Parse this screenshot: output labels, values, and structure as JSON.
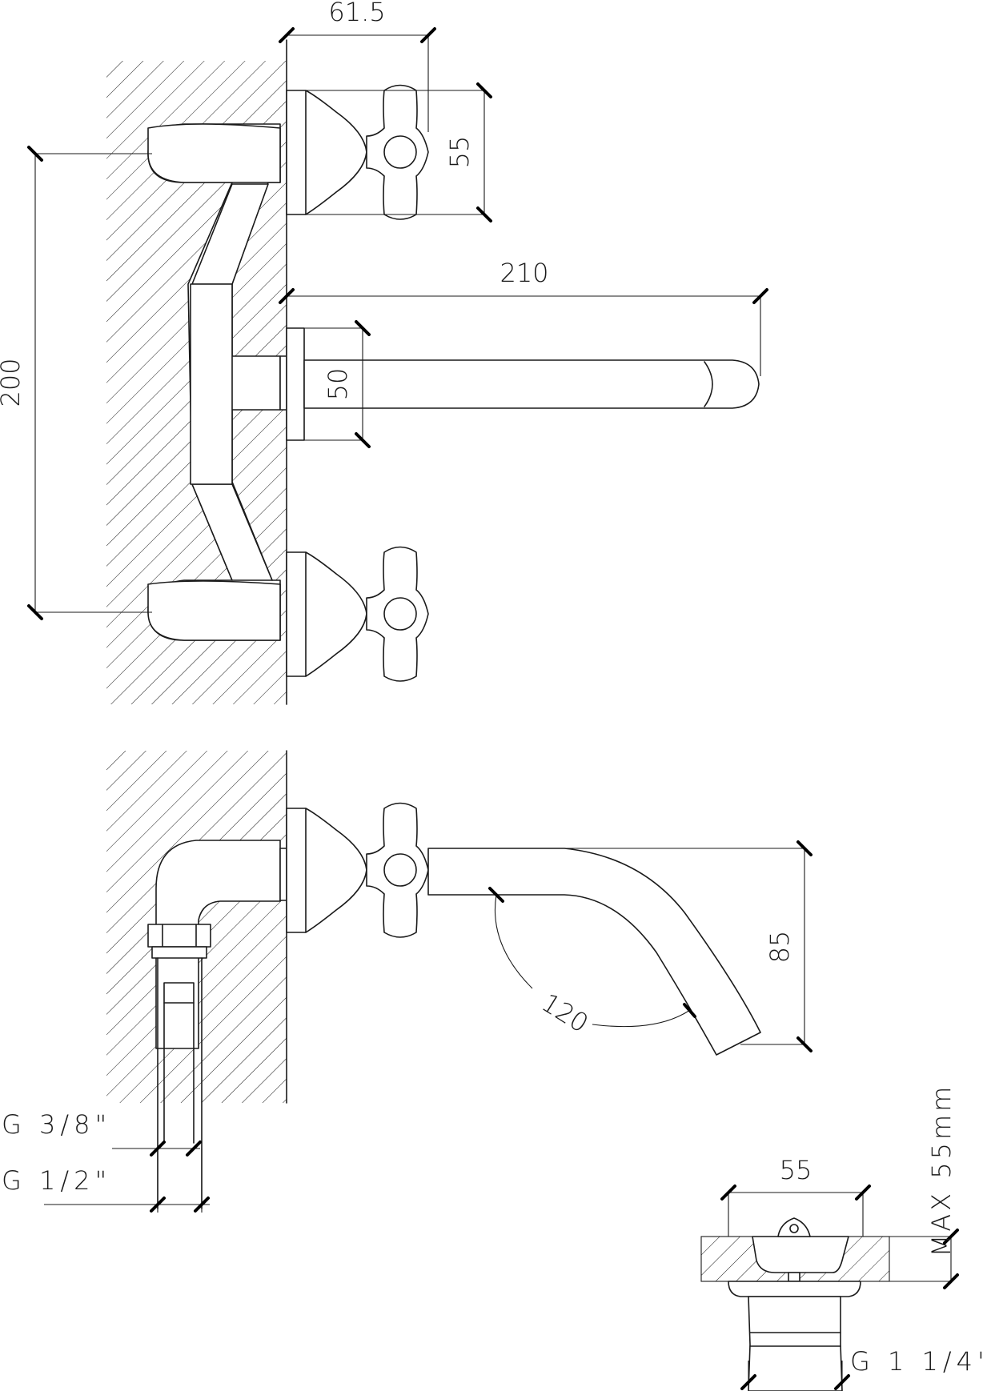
{
  "dimensions": {
    "handle_projection": "61.5",
    "handle_height": "55",
    "spout_length": "210",
    "spout_flange": "50",
    "overall_height": "200",
    "spout_drop": "85",
    "spout_angle": "120",
    "thread_inner": "G 3/8\"",
    "thread_outer": "G 1/2\"",
    "drain_width": "55",
    "drain_max": "MAX 55mm",
    "drain_thread": "G 1 1/4\""
  },
  "colors": {
    "line": "#1a1a1a",
    "background": "#ffffff"
  }
}
